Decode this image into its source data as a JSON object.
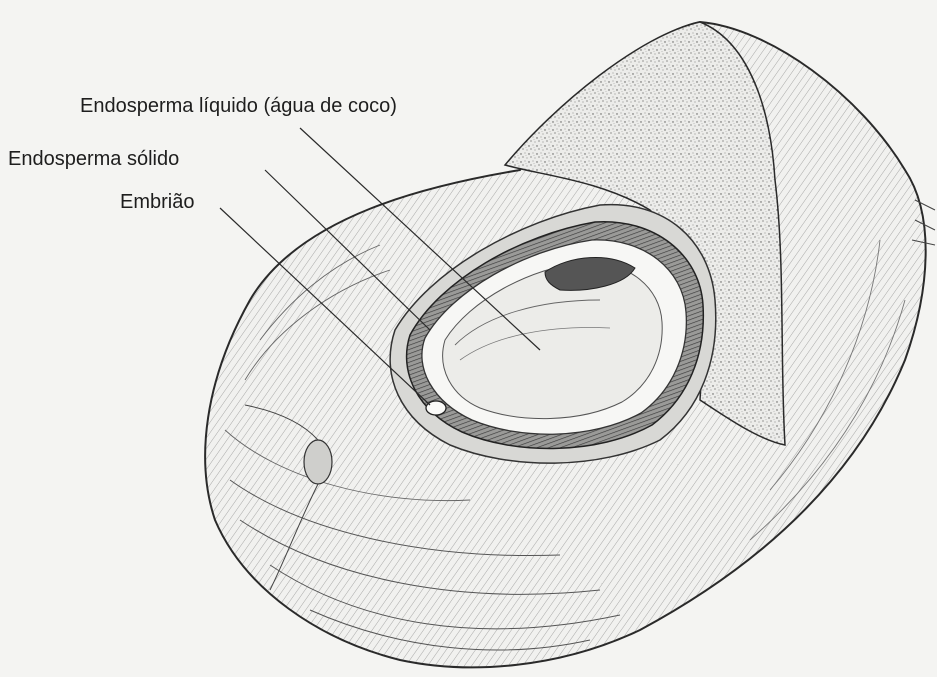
{
  "labels": {
    "liquid_endosperm": "Endosperma líquido (água de coco)",
    "solid_endosperm": "Endosperma sólido",
    "embryo": "Embrião"
  },
  "colors": {
    "background": "#f4f4f2",
    "ink": "#1e1e1e"
  }
}
